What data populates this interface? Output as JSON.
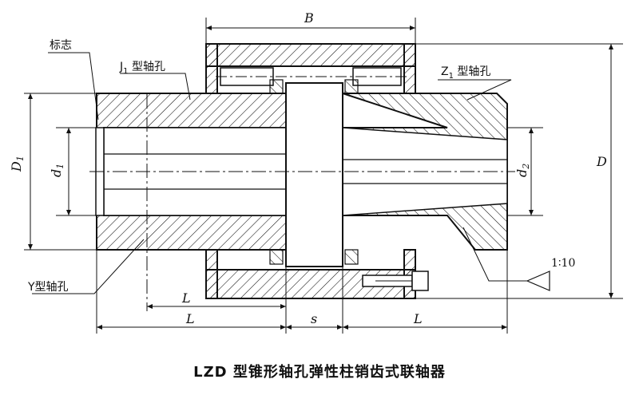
{
  "caption": "LZD 型锥形轴孔弹性柱销齿式联轴器",
  "labels": {
    "biaozhi": "标志",
    "j1_prefix": "J",
    "j1_sub": "1",
    "j1_suffix": " 型轴孔",
    "z1_prefix": "Z",
    "z1_sub": "1",
    "z1_suffix": " 型轴孔",
    "y_hole": "Y型轴孔",
    "taper": "1∶10"
  },
  "dimensions": {
    "B": "B",
    "D": "D",
    "D1_main": "D",
    "D1_sub": "1",
    "d1_main": "d",
    "d1_sub": "1",
    "d2_main": "d",
    "d2_sub": "2",
    "L_upper": "L",
    "L_left": "L",
    "s": "s",
    "L_right": "L"
  }
}
